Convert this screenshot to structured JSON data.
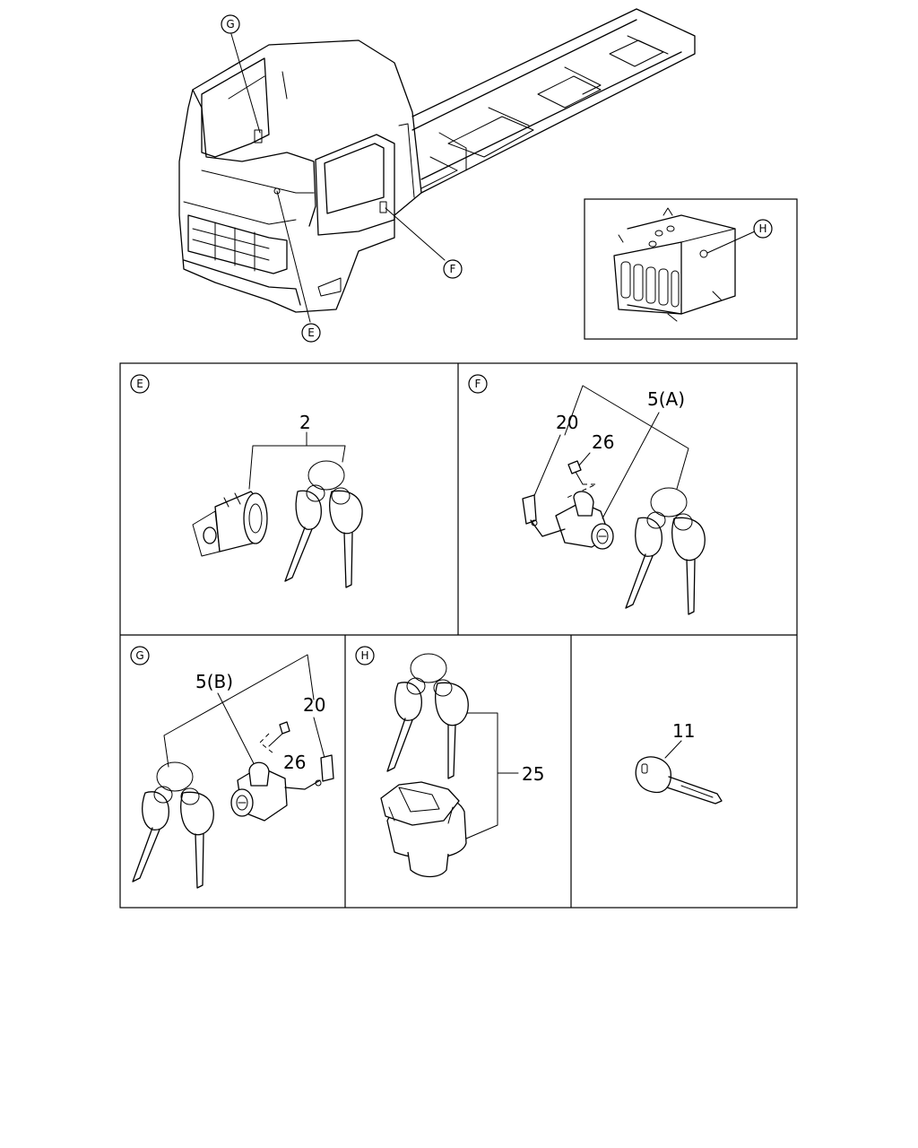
{
  "callouts": {
    "G": "G",
    "F": "F",
    "E": "E",
    "H": "H"
  },
  "panels": {
    "E": {
      "letter": "E",
      "labels": [
        "2"
      ]
    },
    "F": {
      "letter": "F",
      "labels": [
        "20",
        "26",
        "5(A)"
      ]
    },
    "G": {
      "letter": "G",
      "labels": [
        "5(B)",
        "20",
        "26"
      ]
    },
    "H": {
      "letter": "H",
      "labels": [
        "25"
      ]
    },
    "key": {
      "labels": [
        "11"
      ]
    }
  }
}
